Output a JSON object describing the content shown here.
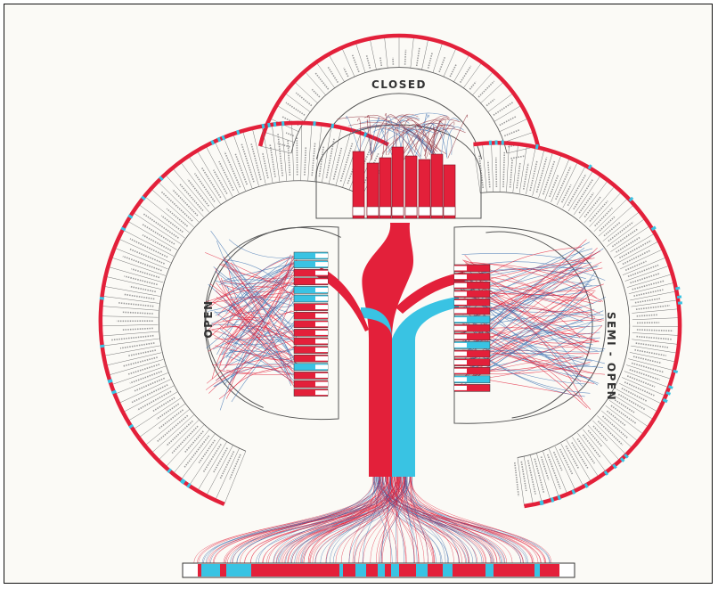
{
  "diagram": {
    "sections": {
      "closed": "CLOSED",
      "open": "OPEN",
      "semi_open": "SEMI - OPEN"
    },
    "colors": {
      "red": "#e3203a",
      "cyan": "#39c3e3",
      "outline": "#555555",
      "background": "#fbfaf6"
    }
  }
}
